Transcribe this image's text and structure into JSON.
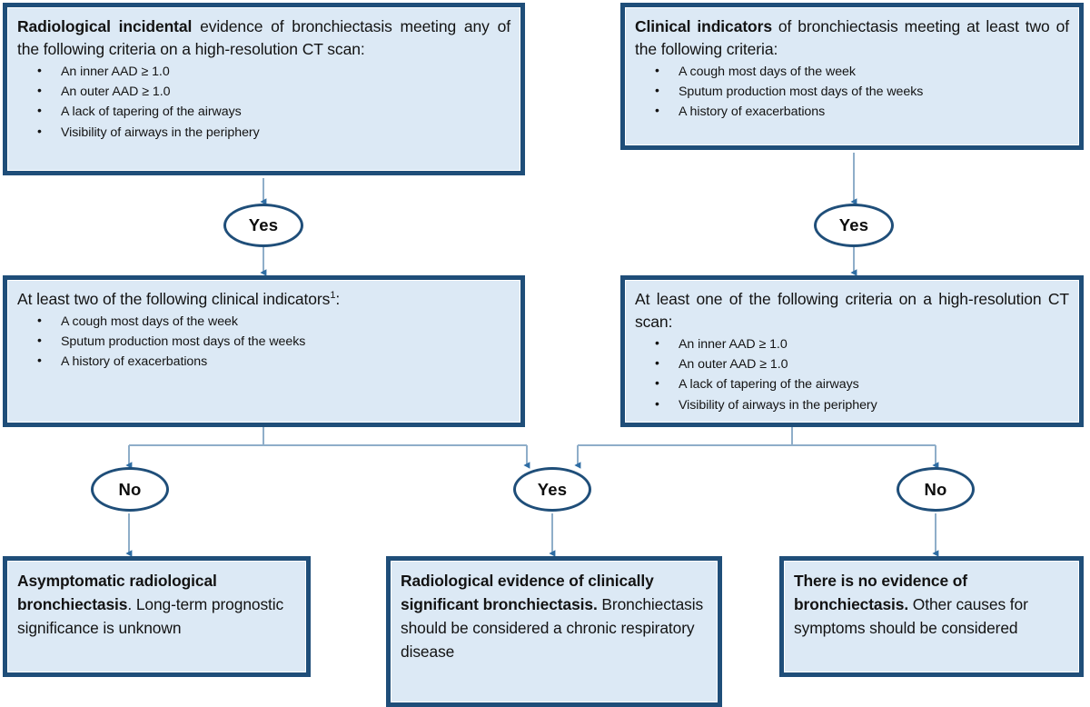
{
  "diagram": {
    "title": "Bronchiectasis diagnostic flowchart",
    "colors": {
      "box_fill": "#dce9f5",
      "box_border": "#1f4e79",
      "connector": "#8faec9",
      "arrowhead": "#2e6da4",
      "text": "#131313"
    }
  },
  "nodes": {
    "radiological_entry": {
      "lead_bold": "Radiological incidental",
      "lead_rest": " evidence of bronchiectasis meeting any of the following criteria on a high-resolution CT scan:",
      "bullets": [
        "An inner AAD ≥ 1.0",
        "An outer AAD ≥ 1.0",
        "A lack of tapering of the airways",
        "Visibility of airways in the periphery"
      ]
    },
    "clinical_entry": {
      "lead_bold": "Clinical indicators",
      "lead_rest": " of bronchiectasis meeting at least two of the following criteria:",
      "bullets": [
        "A cough most days of the week",
        "Sputum production most days of the weeks",
        "A history of exacerbations"
      ]
    },
    "clinical_check": {
      "lead_plain": "At least two of the following clinical indicators",
      "lead_sup": "1",
      "lead_tail": ":",
      "bullets": [
        "A cough most days of the week",
        "Sputum production most days of the weeks",
        "A history of exacerbations"
      ]
    },
    "radiological_check": {
      "lead_plain": "At least one of the following criteria on a high-resolution CT scan:",
      "bullets": [
        "An inner AAD ≥ 1.0",
        "An outer AAD ≥ 1.0",
        "A lack of tapering of the airways",
        "Visibility of airways in the periphery"
      ]
    },
    "outcome_asymptomatic": {
      "bold": "Asymptomatic radiological bronchiectasis",
      "rest": ". Long-term prognostic significance is unknown"
    },
    "outcome_significant": {
      "bold": "Radiological evidence of clinically significant bronchiectasis.",
      "rest": " Bronchiectasis should be considered a chronic respiratory disease"
    },
    "outcome_none": {
      "bold": "There is no evidence of bronchiectasis.",
      "rest": " Other causes for symptoms should be considered"
    }
  },
  "decisions": {
    "yes_left_top": "Yes",
    "yes_right_top": "Yes",
    "no_left": "No",
    "yes_middle": "Yes",
    "no_right": "No"
  }
}
